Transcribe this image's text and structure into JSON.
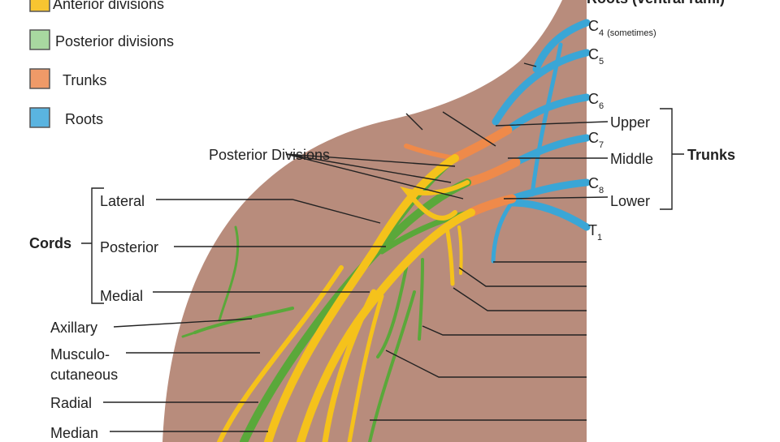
{
  "title": "Roots (ventral rami)",
  "legend": [
    {
      "label": "Anterior divisions",
      "color": "#f7c531"
    },
    {
      "label": "Posterior divisions",
      "color": "#a8d8a0"
    },
    {
      "label": "Trunks",
      "color": "#ef9a68"
    },
    {
      "label": "Roots",
      "color": "#5ab4e0"
    }
  ],
  "roots": [
    {
      "name": "C",
      "sub": "4",
      "note": "(sometimes)"
    },
    {
      "name": "C",
      "sub": "5"
    },
    {
      "name": "C",
      "sub": "6"
    },
    {
      "name": "C",
      "sub": "7"
    },
    {
      "name": "C",
      "sub": "8"
    },
    {
      "name": "T",
      "sub": "1"
    }
  ],
  "trunks": {
    "group_label": "Trunks",
    "items": [
      "Upper",
      "Middle",
      "Lower"
    ]
  },
  "posterior_divisions_label": "Posterior Divisions",
  "cords": {
    "group_label": "Cords",
    "items": [
      "Lateral",
      "Posterior",
      "Medial"
    ]
  },
  "nerves": [
    "Axillary",
    "Musculo-",
    "cutaneous",
    "Radial",
    "Median"
  ],
  "colors": {
    "skin": "#b88c7c",
    "root": "#3aa6d6",
    "trunk": "#ef8a4a",
    "anterior": "#f5c21b",
    "posterior": "#5aa83a"
  }
}
